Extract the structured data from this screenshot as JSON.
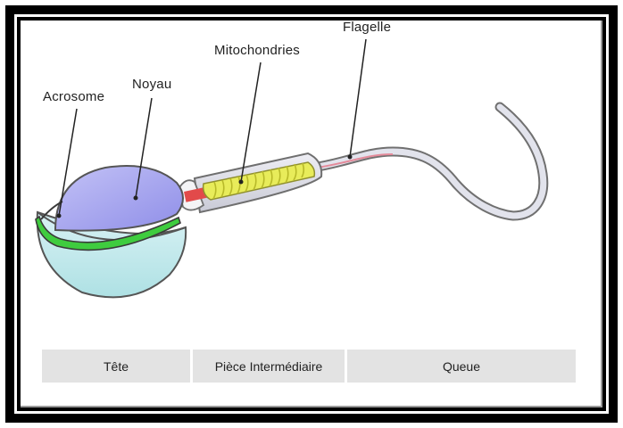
{
  "labels": {
    "acrosome": "Acrosome",
    "noyau": "Noyau",
    "mitochondries": "Mitochondries",
    "flagelle": "Flagelle"
  },
  "sections": [
    "Tête",
    "Pièce Intermédiaire",
    "Queue"
  ],
  "colors": {
    "frame": "#000000",
    "nucleus": "#a9a8f0",
    "acrosome": "#3fcc3f",
    "cap": "#c9ecef",
    "mitochondria": "#e8ec5a",
    "neck": "#e24a4a",
    "tail": "#dcdde6",
    "section_bg": "#e3e3e3"
  }
}
